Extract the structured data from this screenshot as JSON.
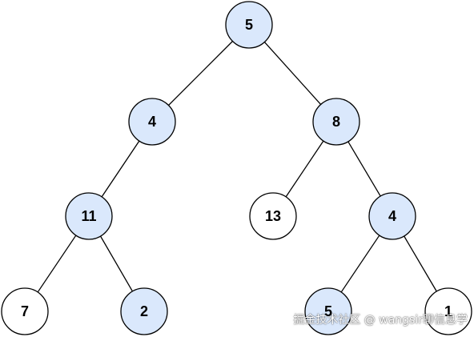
{
  "tree": {
    "colors": {
      "highlight_fill": "#dae8fc",
      "normal_fill": "#ffffff",
      "stroke": "#000000"
    },
    "nodes": [
      {
        "id": "n1",
        "label": "5",
        "highlighted": true
      },
      {
        "id": "n2",
        "label": "4",
        "highlighted": true
      },
      {
        "id": "n3",
        "label": "8",
        "highlighted": true
      },
      {
        "id": "n4",
        "label": "11",
        "highlighted": true
      },
      {
        "id": "n5",
        "label": "13",
        "highlighted": false
      },
      {
        "id": "n6",
        "label": "4",
        "highlighted": true
      },
      {
        "id": "n7",
        "label": "7",
        "highlighted": false
      },
      {
        "id": "n8",
        "label": "2",
        "highlighted": true
      },
      {
        "id": "n9",
        "label": "5",
        "highlighted": true
      },
      {
        "id": "n10",
        "label": "1",
        "highlighted": false
      }
    ],
    "edges": [
      {
        "from": "n1",
        "to": "n2"
      },
      {
        "from": "n1",
        "to": "n3"
      },
      {
        "from": "n2",
        "to": "n4"
      },
      {
        "from": "n3",
        "to": "n5"
      },
      {
        "from": "n3",
        "to": "n6"
      },
      {
        "from": "n4",
        "to": "n7"
      },
      {
        "from": "n4",
        "to": "n8"
      },
      {
        "from": "n6",
        "to": "n9"
      },
      {
        "from": "n6",
        "to": "n10"
      }
    ]
  },
  "watermark": {
    "text": "掘金技术社区 @ wangsir聊信息学"
  }
}
